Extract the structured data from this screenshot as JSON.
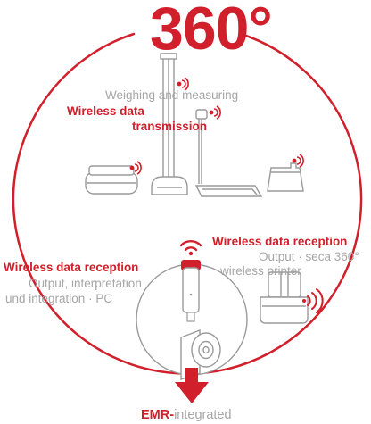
{
  "headline": "360°",
  "upper_group": {
    "caption": "Weighing and measuring",
    "title_line1": "Wireless data",
    "title_line2": "transmission"
  },
  "right_group": {
    "title": "Wireless data reception",
    "line1": "Output · seca 360°",
    "line2": "wireless printer"
  },
  "left_group": {
    "title": "Wireless data reception",
    "line1": "Output, interpretation",
    "line2": "und integration · PC"
  },
  "footer": {
    "emphasis": "EMR-",
    "rest": "integrated"
  },
  "colors": {
    "accent": "#d11f2b",
    "grey_text": "#a6a6a6",
    "device_stroke": "#9a9a9a"
  },
  "icons": [
    "wifi-icon",
    "usb-stick-icon",
    "printer-icon",
    "cd-icon",
    "arrow-down-icon"
  ]
}
